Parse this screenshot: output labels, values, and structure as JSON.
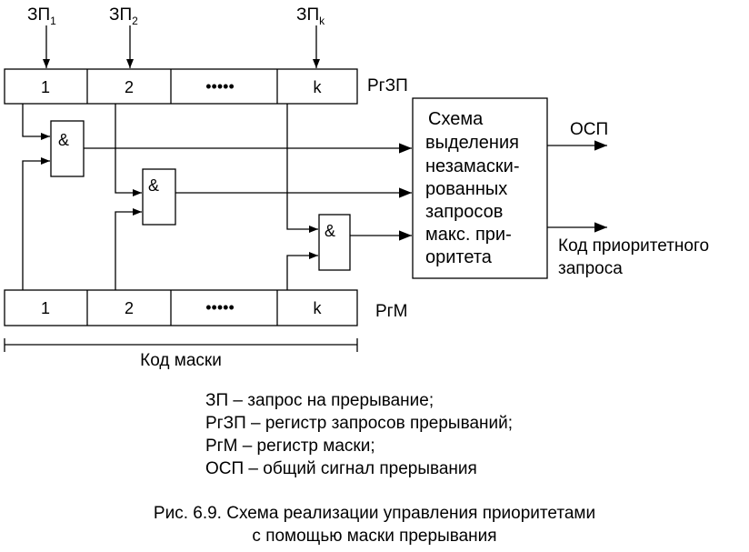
{
  "inputs": {
    "zp1": {
      "main": "ЗП",
      "sub": "1"
    },
    "zp2": {
      "main": "ЗП",
      "sub": "2"
    },
    "zpk": {
      "main": "ЗП",
      "sub": "k"
    }
  },
  "request_register": {
    "label": "РгЗП",
    "cells": [
      "1",
      "2",
      "•••••",
      "k"
    ]
  },
  "mask_register": {
    "label": "РгМ",
    "cells": [
      "1",
      "2",
      "•••••",
      "k"
    ],
    "span_label": "Код маски"
  },
  "and_gates": [
    "&",
    "&",
    "&"
  ],
  "selector": {
    "lines": [
      "Схема",
      "выделения",
      "незамаски-",
      "рованных",
      "запросов",
      "макс. при-",
      "оритета"
    ]
  },
  "outputs": {
    "osp": "ОСП",
    "code_lines": [
      "Код приоритетного",
      "запроса"
    ]
  },
  "legend": [
    "ЗП – запрос на прерывание;",
    "РгЗП – регистр запросов прерываний;",
    "РгМ – регистр маски;",
    "ОСП – общий сигнал прерывания"
  ],
  "caption": [
    "Рис. 6.9. Схема реализации управления приоритетами",
    "с помощью маски прерывания"
  ]
}
